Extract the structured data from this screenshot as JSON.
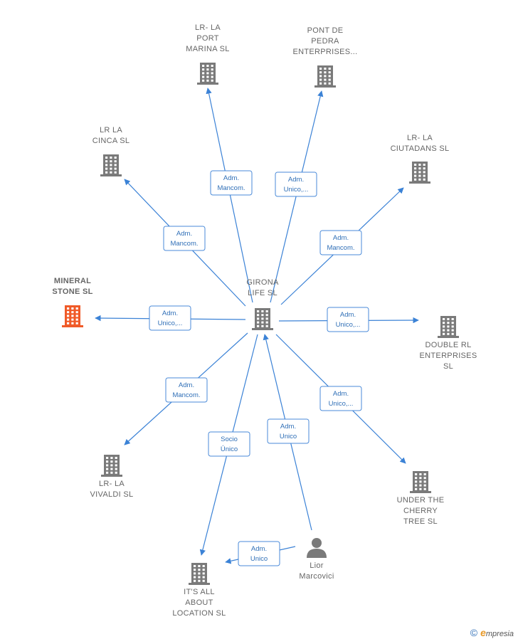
{
  "colors": {
    "edge": "#3b82d6",
    "building": "#7a7a7a",
    "highlight": "#f05a28",
    "person": "#7a7a7a"
  },
  "nodes": [
    {
      "id": "girona",
      "label": [
        "GIRONA",
        "LIFE  SL"
      ],
      "icon": "building-icon"
    },
    {
      "id": "port_marina",
      "label": [
        "LR- LA",
        "PORT",
        "MARINA  SL"
      ],
      "icon": "building-icon"
    },
    {
      "id": "pont_pedra",
      "label": [
        "PONT DE",
        "PEDRA",
        "ENTERPRISES..."
      ],
      "icon": "building-icon"
    },
    {
      "id": "la_cinca",
      "label": [
        "LR LA",
        "CINCA  SL"
      ],
      "icon": "building-icon"
    },
    {
      "id": "ciutadans",
      "label": [
        "LR- LA",
        "CIUTADANS  SL"
      ],
      "icon": "building-icon"
    },
    {
      "id": "mineral_stone",
      "label": [
        "MINERAL",
        "STONE  SL"
      ],
      "icon": "building-icon"
    },
    {
      "id": "double_rl",
      "label": [
        "DOUBLE RL",
        "ENTERPRISES",
        "SL"
      ],
      "icon": "building-icon"
    },
    {
      "id": "vivaldi",
      "label": [
        "LR- LA",
        "VIVALDI  SL"
      ],
      "icon": "building-icon"
    },
    {
      "id": "cherry_tree",
      "label": [
        "UNDER THE",
        "CHERRY",
        "TREE  SL"
      ],
      "icon": "building-icon"
    },
    {
      "id": "location",
      "label": [
        "IT'S ALL",
        "ABOUT",
        "LOCATION  SL"
      ],
      "icon": "building-icon"
    },
    {
      "id": "lior",
      "label": [
        "Lior",
        "Marcovici"
      ],
      "icon": "person-icon"
    }
  ],
  "edges": [
    {
      "from": "girona",
      "to": "port_marina",
      "label": [
        "Adm.",
        "Mancom."
      ]
    },
    {
      "from": "girona",
      "to": "pont_pedra",
      "label": [
        "Adm.",
        "Unico,..."
      ]
    },
    {
      "from": "girona",
      "to": "la_cinca",
      "label": [
        "Adm.",
        "Mancom."
      ]
    },
    {
      "from": "girona",
      "to": "ciutadans",
      "label": [
        "Adm.",
        "Mancom."
      ]
    },
    {
      "from": "girona",
      "to": "mineral_stone",
      "label": [
        "Adm.",
        "Unico,..."
      ]
    },
    {
      "from": "girona",
      "to": "double_rl",
      "label": [
        "Adm.",
        "Unico,..."
      ]
    },
    {
      "from": "girona",
      "to": "vivaldi",
      "label": [
        "Adm.",
        "Mancom."
      ]
    },
    {
      "from": "girona",
      "to": "cherry_tree",
      "label": [
        "Adm.",
        "Unico,..."
      ]
    },
    {
      "from": "girona",
      "to": "location",
      "label": [
        "Socio",
        "Único"
      ]
    },
    {
      "from": "lior",
      "to": "girona",
      "label": [
        "Adm.",
        "Unico"
      ]
    },
    {
      "from": "lior",
      "to": "location",
      "label": [
        "Adm.",
        "Unico"
      ]
    }
  ],
  "footer": {
    "copyright": "©",
    "brand_initial": "e",
    "brand_rest": "mpresia"
  }
}
